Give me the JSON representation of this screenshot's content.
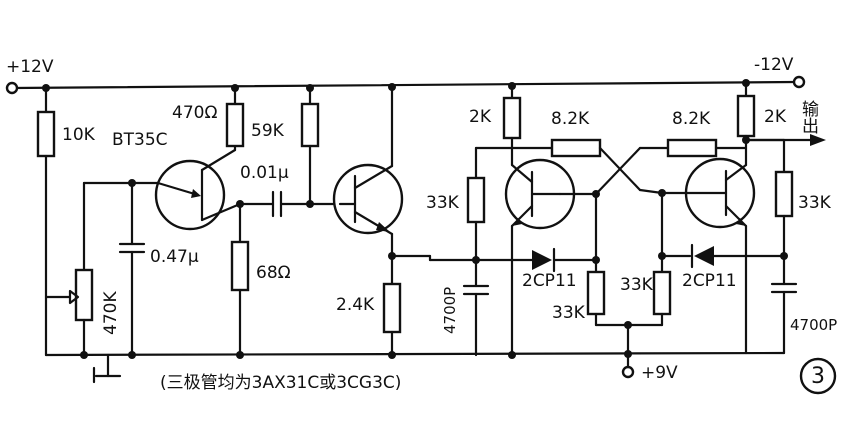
{
  "supply": {
    "plus12": "+12V",
    "minus12": "-12V",
    "plus9": "+9V"
  },
  "output_label": "输出",
  "resistors": {
    "r10k": "10K",
    "r470": "470Ω",
    "r59k": "59K",
    "r68": "68Ω",
    "r470k": "470K",
    "r24k": "2.4K",
    "r2k_left": "2K",
    "r2k_right": "2K",
    "r82k_left": "8.2K",
    "r82k_right": "8.2K",
    "r33k_left": "33K",
    "r33k_right": "33K",
    "r33k_bot_left": "33K",
    "r33k_bot_right": "33K"
  },
  "capacitors": {
    "c001": "0.01μ",
    "c047": "0.47μ",
    "c4700_left": "4700P",
    "c4700_right": "4700P"
  },
  "devices": {
    "ujt": "BT35C",
    "diode_left": "2CP11",
    "diode_right": "2CP11"
  },
  "note": "(三极管均为3AX31C或3CG3C)",
  "figure_number": "3"
}
